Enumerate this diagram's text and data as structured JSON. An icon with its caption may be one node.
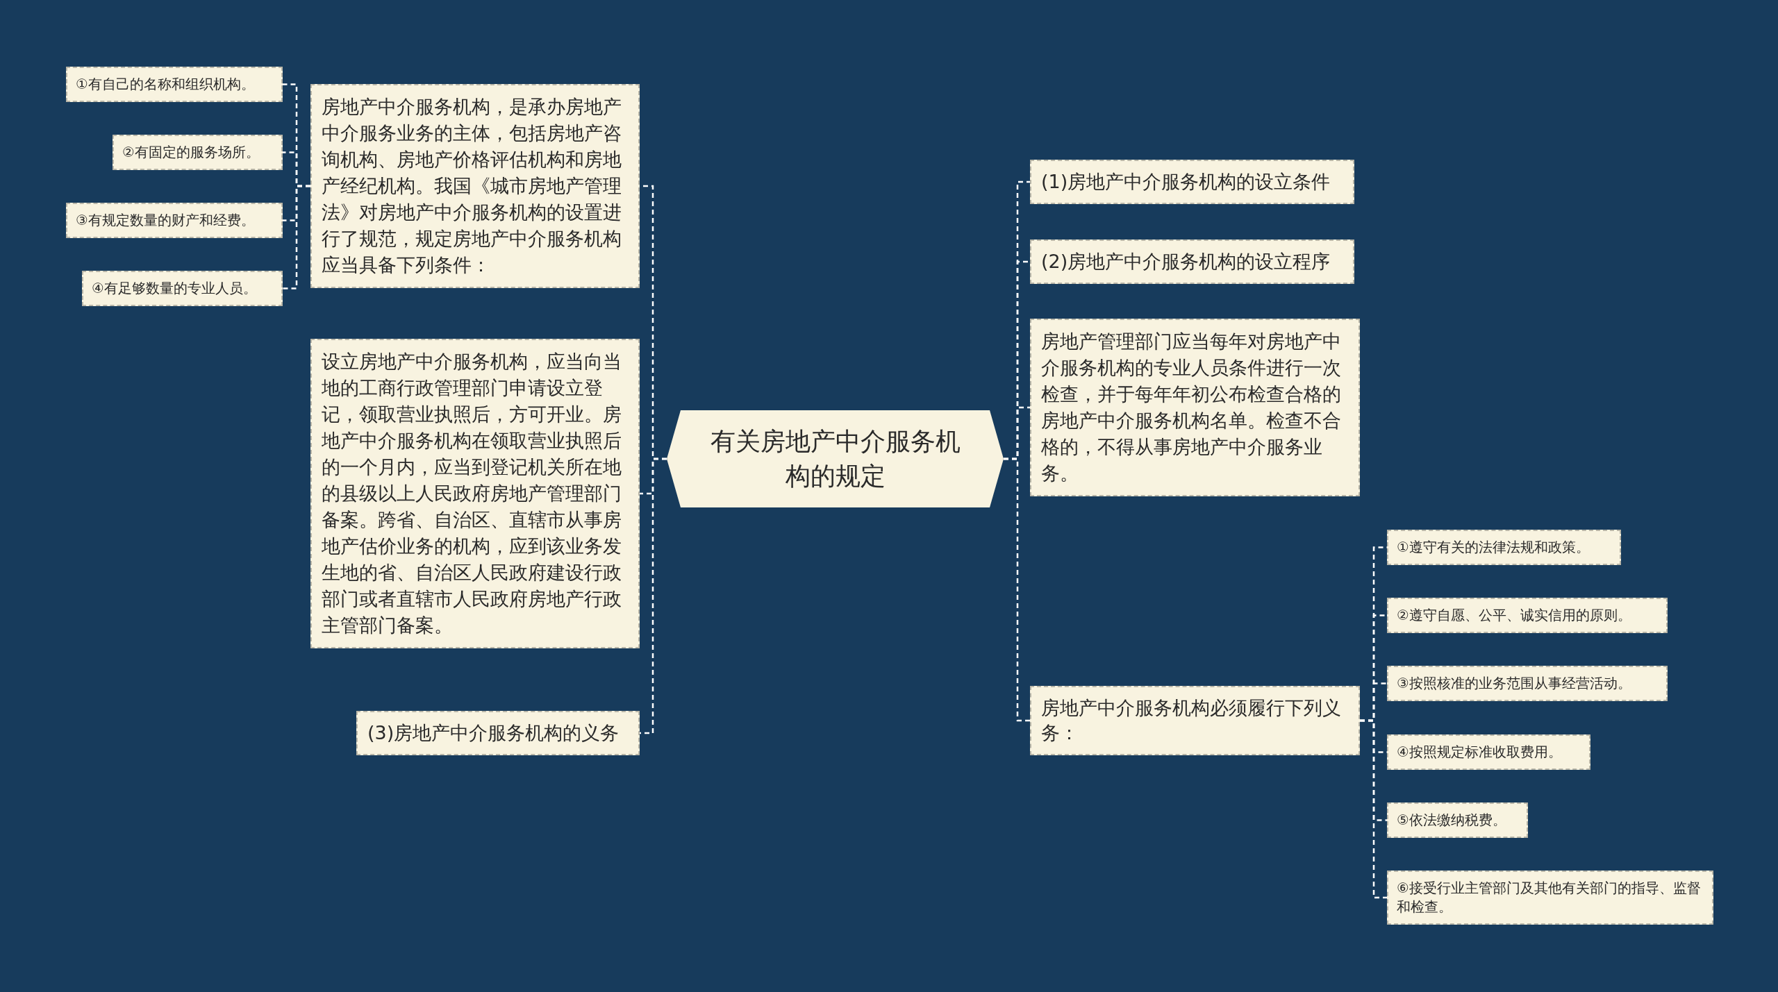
{
  "diagram": {
    "nodes": [
      {
        "text": [
          "有关房地产中介服务机构的规定"
        ]
      },
      {
        "text": [
          "房地产中介服务机构，是承办房地产中介服务业务的主体，包括房地产咨询机构、房地产价格评估机构和房地产经纪机构。我国《城市房地产管理法》对房地产中介服务机构的设置进行了规范，规定房地产中介服务机构应当具备下列条件："
        ]
      },
      {
        "text": [
          "①有自己的名称和组织机构。"
        ]
      },
      {
        "text": [
          "②有固定的服务场所。"
        ]
      },
      {
        "text": [
          "③有规定数量的财产和经费。"
        ]
      },
      {
        "text": [
          "④有足够数量的专业人员。"
        ]
      },
      {
        "text": [
          "设立房地产中介服务机构，应当向当地的工商行政管理部门申请设立登记，领取营业执照后，方可开业。房地产中介服务机构在领取营业执照后的一个月内，应当到登记机关所在地的县级以上人民政府房地产管理部门备案。跨省、自治区、直辖市从事房地产估价业务的机构，应到该业务发生地的省、自治区人民政府建设行政部门或者直辖市人民政府房地产行政主管部门备案。"
        ]
      },
      {
        "text": [
          "(3)房地产中介服务机构的义务"
        ]
      },
      {
        "text": [
          "(1)房地产中介服务机构的设立条件"
        ]
      },
      {
        "text": [
          "(2)房地产中介服务机构的设立程序"
        ]
      },
      {
        "text": [
          "房地产管理部门应当每年对房地产中介服务机构的专业人员条件进行一次检查，并于每年年初公布检查合格的房地产中介服务机构名单。检查不合格的，不得从事房地产中介服务业务。"
        ]
      },
      {
        "text": [
          "房地产中介服务机构必须履行下列义务："
        ]
      },
      {
        "text": [
          "①遵守有关的法律法规和政策。"
        ]
      },
      {
        "text": [
          "②遵守自愿、公平、诚实信用的原则。"
        ]
      },
      {
        "text": [
          "③按照核准的业务范围从事经营活动。"
        ]
      },
      {
        "text": [
          "④按照规定标准收取费用。"
        ]
      },
      {
        "text": [
          "⑤依法缴纳税费。"
        ]
      },
      {
        "text": [
          "⑥接受行业主管部门及其他有关部门的指导、监督和检查。"
        ]
      }
    ],
    "edges": [
      {
        "from": 0,
        "to": 1,
        "arrow": "none"
      },
      {
        "from": 0,
        "to": 6,
        "arrow": "none"
      },
      {
        "from": 0,
        "to": 7,
        "arrow": "none"
      },
      {
        "from": 0,
        "to": 8,
        "arrow": "none"
      },
      {
        "from": 0,
        "to": 9,
        "arrow": "none"
      },
      {
        "from": 0,
        "to": 10,
        "arrow": "none"
      },
      {
        "from": 0,
        "to": 11,
        "arrow": "none"
      },
      {
        "from": 1,
        "to": 2,
        "arrow": "none"
      },
      {
        "from": 1,
        "to": 3,
        "arrow": "none"
      },
      {
        "from": 1,
        "to": 4,
        "arrow": "none"
      },
      {
        "from": 1,
        "to": 5,
        "arrow": "none"
      },
      {
        "from": 11,
        "to": 12,
        "arrow": "none"
      },
      {
        "from": 11,
        "to": 13,
        "arrow": "none"
      },
      {
        "from": 11,
        "to": 14,
        "arrow": "none"
      },
      {
        "from": 11,
        "to": 15,
        "arrow": "none"
      },
      {
        "from": 11,
        "to": 16,
        "arrow": "none"
      },
      {
        "from": 11,
        "to": 17,
        "arrow": "none"
      }
    ]
  }
}
